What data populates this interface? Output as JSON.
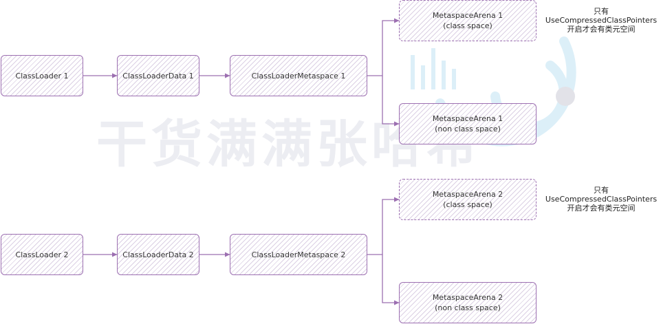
{
  "watermark": {
    "text": "干货满满张哈希"
  },
  "colors": {
    "node_border": "#9c6fb1",
    "edge": "#9c6fb1",
    "hatch": "#bea9cd"
  },
  "groups": [
    {
      "class_loader": "ClassLoader 1",
      "class_loader_data": "ClassLoaderData 1",
      "class_loader_metaspace": "ClassLoaderMetaspace 1",
      "arena_class_space": {
        "line1": "MetaspaceArena 1",
        "line2": "(class space)"
      },
      "arena_non_class_space": {
        "line1": "MetaspaceArena 1",
        "line2": "(non class space)"
      },
      "note": {
        "line1": "只有",
        "line2": "UseCompressedClassPointers",
        "line3": "开启才会有类元空间"
      }
    },
    {
      "class_loader": "ClassLoader 2",
      "class_loader_data": "ClassLoaderData 2",
      "class_loader_metaspace": "ClassLoaderMetaspace 2",
      "arena_class_space": {
        "line1": "MetaspaceArena 2",
        "line2": "(class space)"
      },
      "arena_non_class_space": {
        "line1": "MetaspaceArena 2",
        "line2": "(non class space)"
      },
      "note": {
        "line1": "只有",
        "line2": "UseCompressedClassPointers",
        "line3": "开启才会有类元空间"
      }
    }
  ]
}
